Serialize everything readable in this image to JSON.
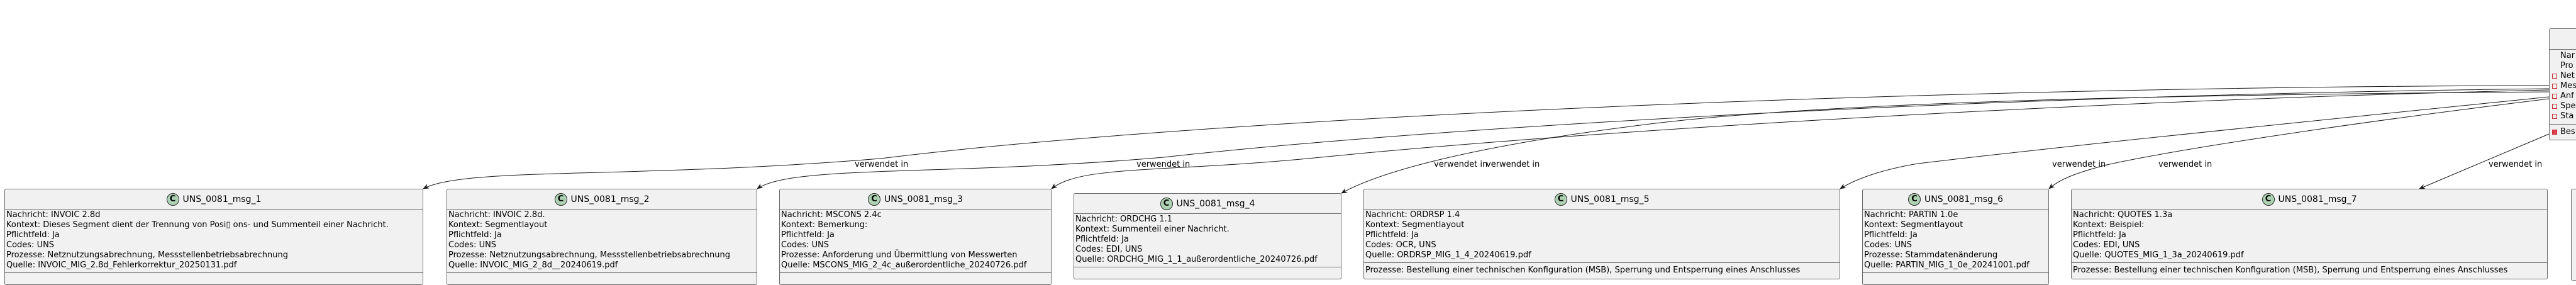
{
  "main_box": {
    "rows": [
      "Nar",
      "Pro",
      "Net",
      "Mes",
      "Anf",
      "Spe",
      "Sta"
    ],
    "row_icons": [
      "none",
      "none",
      "private-field",
      "private-field",
      "private-field",
      "private-field",
      "private-field"
    ],
    "method_row": "Bes",
    "method_icon": "private-method"
  },
  "edge_labels": [
    "verwendet in",
    "verwendet in",
    "verwendet in",
    "verwendet in",
    "verwendet in",
    "verwendet in",
    "verwendet in"
  ],
  "class_marker": "C",
  "boxes": [
    {
      "title": "UNS_0081_msg_1",
      "fields": [
        "Nachricht: INVOIC 2.8d",
        "Kontext: Dieses Segment dient der Trennung von Posi▯ ons- und Summenteil einer Nachricht.",
        "Pflichtfeld: Ja",
        "Codes: UNS",
        "Prozesse: Netznutzungsabrechnung, Messstellenbetriebsabrechnung",
        "Quelle: INVOIC_MIG_2.8d_Fehlerkorrektur_20250131.pdf"
      ]
    },
    {
      "title": "UNS_0081_msg_2",
      "fields": [
        "Nachricht: INVOIC 2.8d.",
        "Kontext: Segmentlayout",
        "Pflichtfeld: Ja",
        "Codes: UNS",
        "Prozesse: Netznutzungsabrechnung, Messstellenbetriebsabrechnung",
        "Quelle: INVOIC_MIG_2_8d__20240619.pdf"
      ]
    },
    {
      "title": "UNS_0081_msg_3",
      "fields": [
        "Nachricht: MSCONS 2.4c",
        "Kontext: Bemerkung:",
        "Pflichtfeld: Ja",
        "Codes: UNS",
        "Prozesse: Anforderung und Übermittlung von Messwerten",
        "Quelle: MSCONS_MIG_2_4c_außerordentliche_20240726.pdf"
      ]
    },
    {
      "title": "UNS_0081_msg_4",
      "fields": [
        "Nachricht: ORDCHG 1.1",
        "Kontext: Summenteil einer Nachricht.",
        "Pflichtfeld: Ja",
        "Codes: EDI, UNS",
        "Quelle: ORDCHG_MIG_1_1_außerordentliche_20240726.pdf"
      ]
    },
    {
      "title": "UNS_0081_msg_5",
      "fields": [
        "Nachricht: ORDRSP 1.4",
        "Kontext: Segmentlayout",
        "Pflichtfeld: Ja",
        "Codes: OCR, UNS",
        "Quelle: ORDRSP_MIG_1_4_20240619.pdf"
      ],
      "extra": "Prozesse: Bestellung einer technischen Konfiguration (MSB), Sperrung und Entsperrung eines Anschlusses"
    },
    {
      "title": "UNS_0081_msg_6",
      "fields": [
        "Nachricht: PARTIN 1.0e",
        "Kontext: Segmentlayout",
        "Pflichtfeld: Ja",
        "Codes: UNS",
        "Prozesse: Stammdatenänderung",
        "Quelle: PARTIN_MIG_1_0e_20241001.pdf"
      ]
    },
    {
      "title": "UNS_0081_msg_7",
      "fields": [
        "Nachricht: QUOTES 1.3a",
        "Kontext: Beispiel:",
        "Pflichtfeld: Ja",
        "Codes: EDI, UNS",
        "Quelle: QUOTES_MIG_1_3a_20240619.pdf"
      ],
      "extra": "Prozesse: Bestellung einer technischen Konfiguration (MSB), Sperrung und Entsperrung eines Anschlusses"
    }
  ]
}
